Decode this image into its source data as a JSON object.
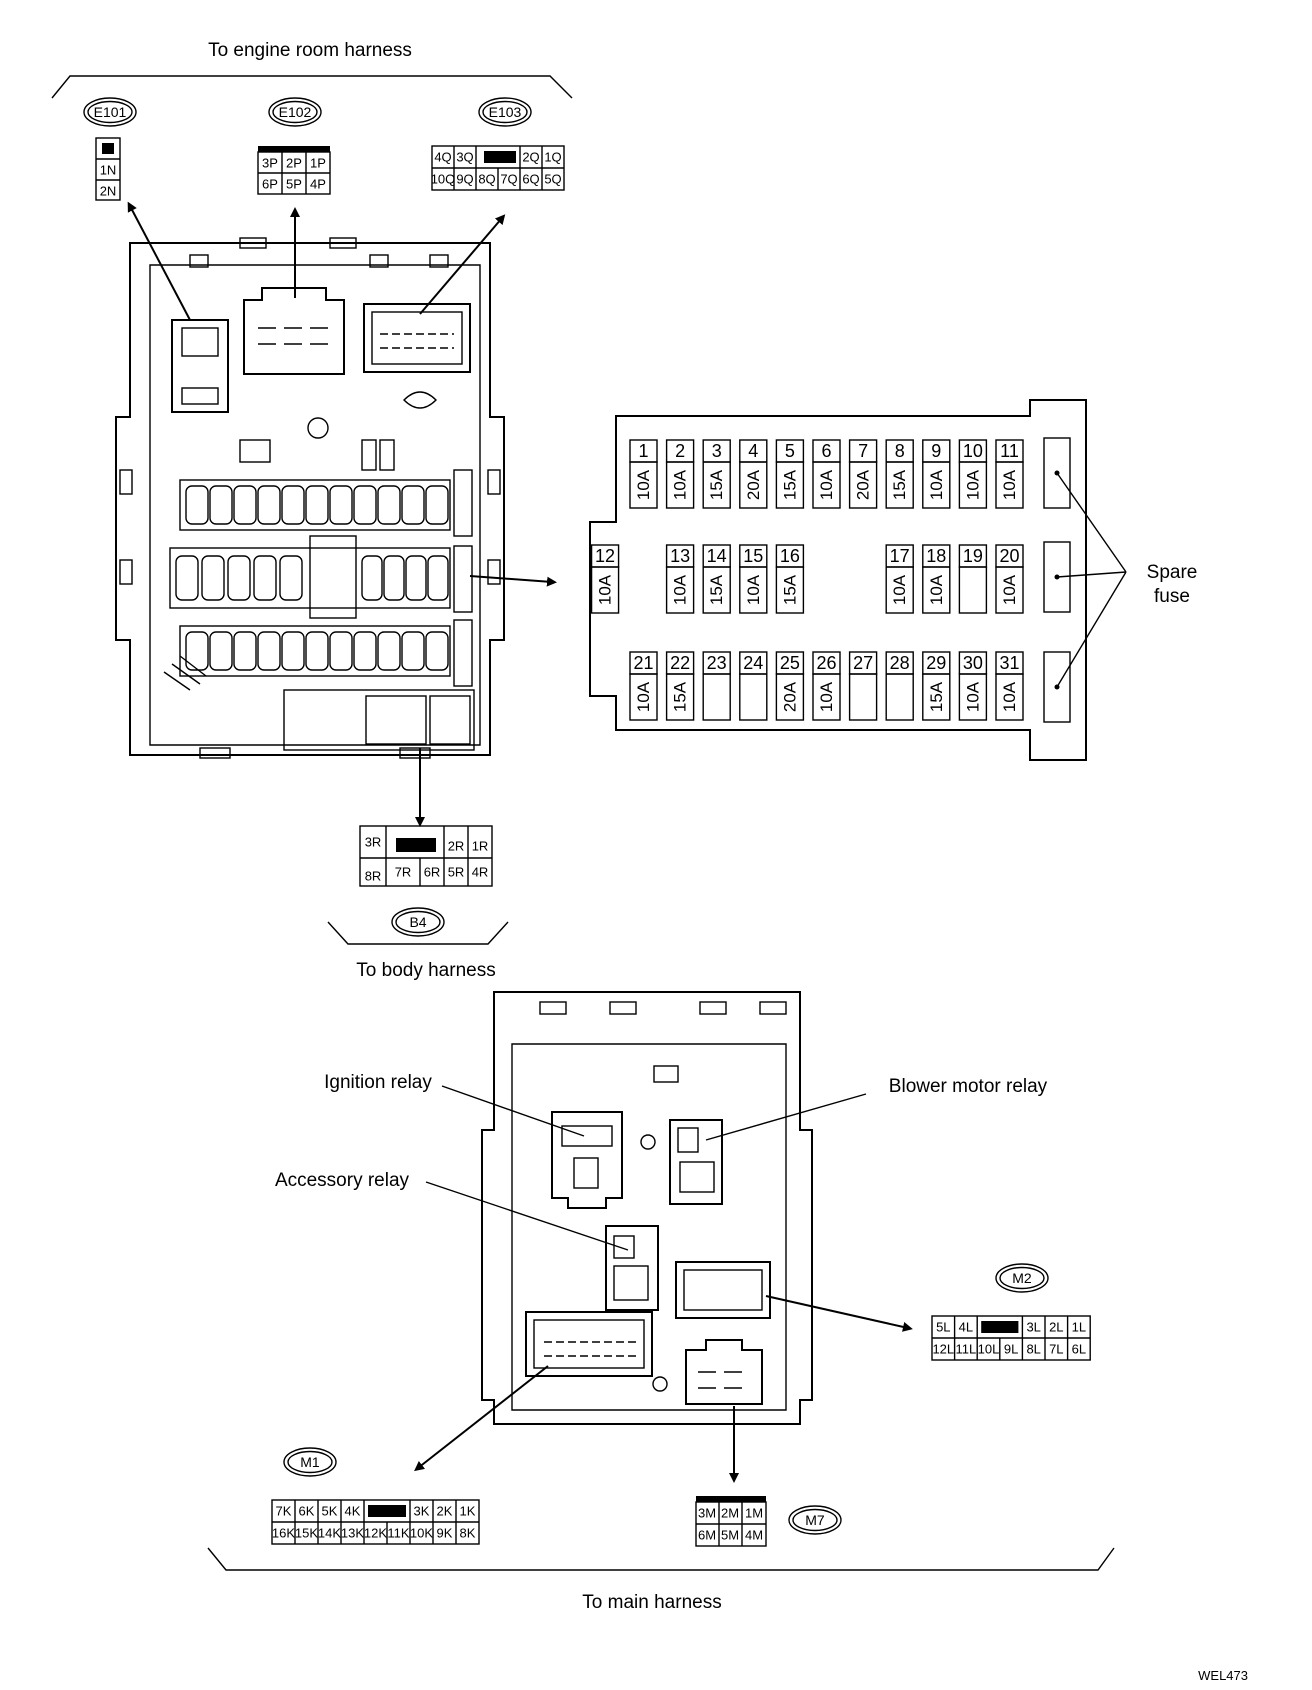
{
  "labels": {
    "top_harness": "To engine room harness",
    "body_harness": "To body harness",
    "main_harness": "To main harness",
    "spare_fuse_line1": "Spare",
    "spare_fuse_line2": "fuse",
    "ignition_relay": "Ignition relay",
    "accessory_relay": "Accessory relay",
    "blower_motor_relay": "Blower motor relay",
    "figure_code": "WEL473"
  },
  "connectors": {
    "E101": {
      "id": "E101",
      "rows": [
        [
          "■"
        ],
        [
          "1N"
        ],
        [
          "2N"
        ]
      ]
    },
    "E102": {
      "id": "E102",
      "rows": [
        [
          "3P",
          "2P",
          "1P"
        ],
        [
          "6P",
          "5P",
          "4P"
        ]
      ]
    },
    "E103": {
      "id": "E103",
      "rows": [
        [
          "4Q",
          "3Q",
          "■",
          "2Q",
          "1Q"
        ],
        [
          "10Q",
          "9Q",
          "8Q",
          "7Q",
          "6Q",
          "5Q"
        ]
      ]
    },
    "B4": {
      "id": "B4",
      "rows": [
        [
          "3R",
          "■",
          "2R",
          "1R"
        ],
        [
          "8R",
          "7R",
          "6R",
          "5R",
          "4R"
        ]
      ]
    },
    "M1": {
      "id": "M1",
      "rows": [
        [
          "7K",
          "6K",
          "5K",
          "4K",
          "■",
          "3K",
          "2K",
          "1K"
        ],
        [
          "16K",
          "15K",
          "14K",
          "13K",
          "12K",
          "11K",
          "10K",
          "9K",
          "8K"
        ]
      ]
    },
    "M2": {
      "id": "M2",
      "rows": [
        [
          "5L",
          "4L",
          "■",
          "3L",
          "2L",
          "1L"
        ],
        [
          "12L",
          "11L",
          "10L",
          "9L",
          "8L",
          "7L",
          "6L"
        ]
      ]
    },
    "M7": {
      "id": "M7",
      "rows": [
        [
          "3M",
          "2M",
          "1M"
        ],
        [
          "6M",
          "5M",
          "4M"
        ]
      ]
    }
  },
  "fuses": {
    "row1": [
      {
        "n": "1",
        "a": "10A"
      },
      {
        "n": "2",
        "a": "10A"
      },
      {
        "n": "3",
        "a": "15A"
      },
      {
        "n": "4",
        "a": "20A"
      },
      {
        "n": "5",
        "a": "15A"
      },
      {
        "n": "6",
        "a": "10A"
      },
      {
        "n": "7",
        "a": "20A"
      },
      {
        "n": "8",
        "a": "15A"
      },
      {
        "n": "9",
        "a": "10A"
      },
      {
        "n": "10",
        "a": "10A"
      },
      {
        "n": "11",
        "a": "10A"
      }
    ],
    "row2": [
      {
        "n": "12",
        "a": "10A"
      },
      {
        "n": "13",
        "a": "10A"
      },
      {
        "n": "14",
        "a": "15A"
      },
      {
        "n": "15",
        "a": "10A"
      },
      {
        "n": "16",
        "a": "15A"
      },
      {
        "n": "17",
        "a": "10A"
      },
      {
        "n": "18",
        "a": "10A"
      },
      {
        "n": "19",
        "a": ""
      },
      {
        "n": "20",
        "a": "10A"
      }
    ],
    "row3": [
      {
        "n": "21",
        "a": "10A"
      },
      {
        "n": "22",
        "a": "15A"
      },
      {
        "n": "23",
        "a": ""
      },
      {
        "n": "24",
        "a": ""
      },
      {
        "n": "25",
        "a": "20A"
      },
      {
        "n": "26",
        "a": "10A"
      },
      {
        "n": "27",
        "a": ""
      },
      {
        "n": "28",
        "a": ""
      },
      {
        "n": "29",
        "a": "15A"
      },
      {
        "n": "30",
        "a": "10A"
      },
      {
        "n": "31",
        "a": "10A"
      }
    ]
  }
}
